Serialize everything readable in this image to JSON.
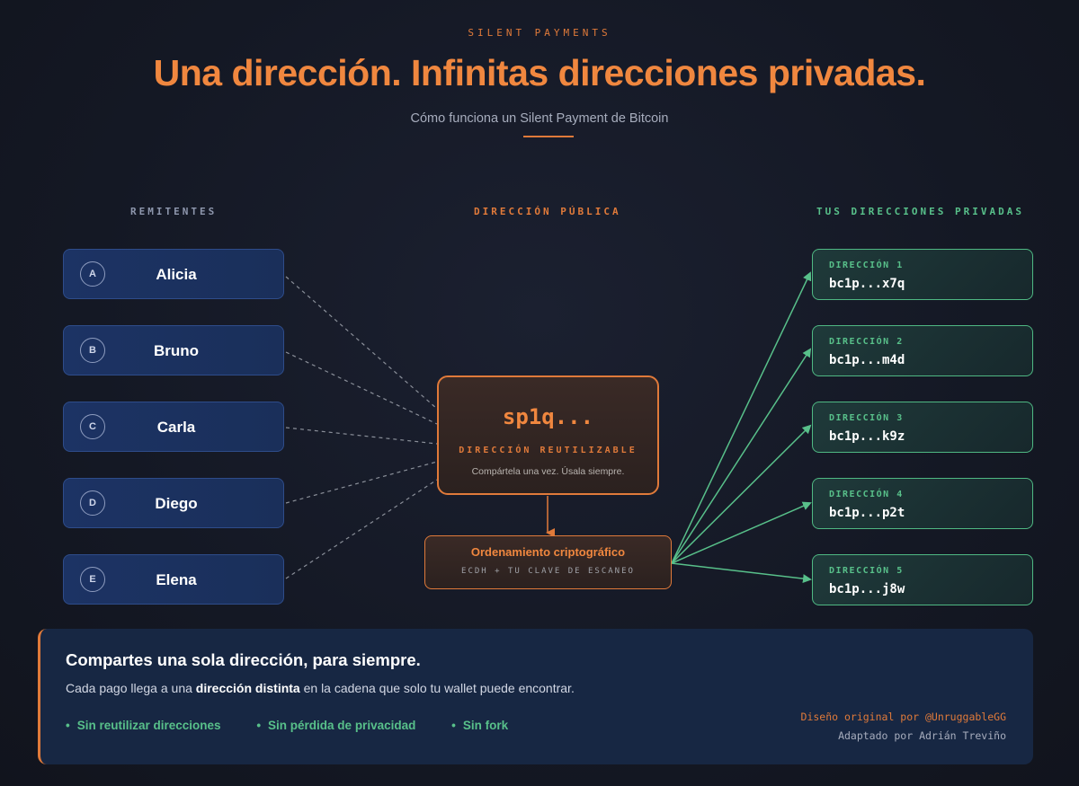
{
  "header": {
    "eyebrow": "SILENT PAYMENTS",
    "title": "Una dirección. Infinitas direcciones privadas.",
    "subtitle": "Cómo funciona un Silent Payment de Bitcoin"
  },
  "columns": {
    "senders": "REMITENTES",
    "public": "DIRECCIÓN PÚBLICA",
    "private": "TUS DIRECCIONES PRIVADAS"
  },
  "senders": [
    {
      "initial": "A",
      "name": "Alicia"
    },
    {
      "initial": "B",
      "name": "Bruno"
    },
    {
      "initial": "C",
      "name": "Carla"
    },
    {
      "initial": "D",
      "name": "Diego"
    },
    {
      "initial": "E",
      "name": "Elena"
    }
  ],
  "public_address": {
    "address": "sp1q...",
    "kind": "DIRECCIÓN REUTILIZABLE",
    "note": "Compártela una vez. Úsala siempre."
  },
  "crypto": {
    "title": "Ordenamiento criptográfico",
    "subtitle": "ECDH + TU CLAVE DE ESCANEO"
  },
  "private_addresses": [
    {
      "label": "DIRECCIÓN 1",
      "address": "bc1p...x7q"
    },
    {
      "label": "DIRECCIÓN 2",
      "address": "bc1p...m4d"
    },
    {
      "label": "DIRECCIÓN 3",
      "address": "bc1p...k9z"
    },
    {
      "label": "DIRECCIÓN 4",
      "address": "bc1p...p2t"
    },
    {
      "label": "DIRECCIÓN 5",
      "address": "bc1p...j8w"
    }
  ],
  "summary": {
    "heading": "Compartes una sola dirección, para siempre.",
    "text_before": "Cada pago llega a una ",
    "text_bold": "dirección distinta",
    "text_after": " en la cadena que solo tu wallet puede encontrar.",
    "features": [
      "Sin reutilizar direcciones",
      "Sin pérdida de privacidad",
      "Sin fork"
    ],
    "credit_original": "Diseño original por @UnruggableGG",
    "credit_adapted": "Adaptado por Adrián Treviño"
  },
  "colors": {
    "accent_orange": "#e07a3a",
    "accent_green": "#58c08a",
    "sender_blue": "#1c3364",
    "panel_navy": "#172743"
  }
}
